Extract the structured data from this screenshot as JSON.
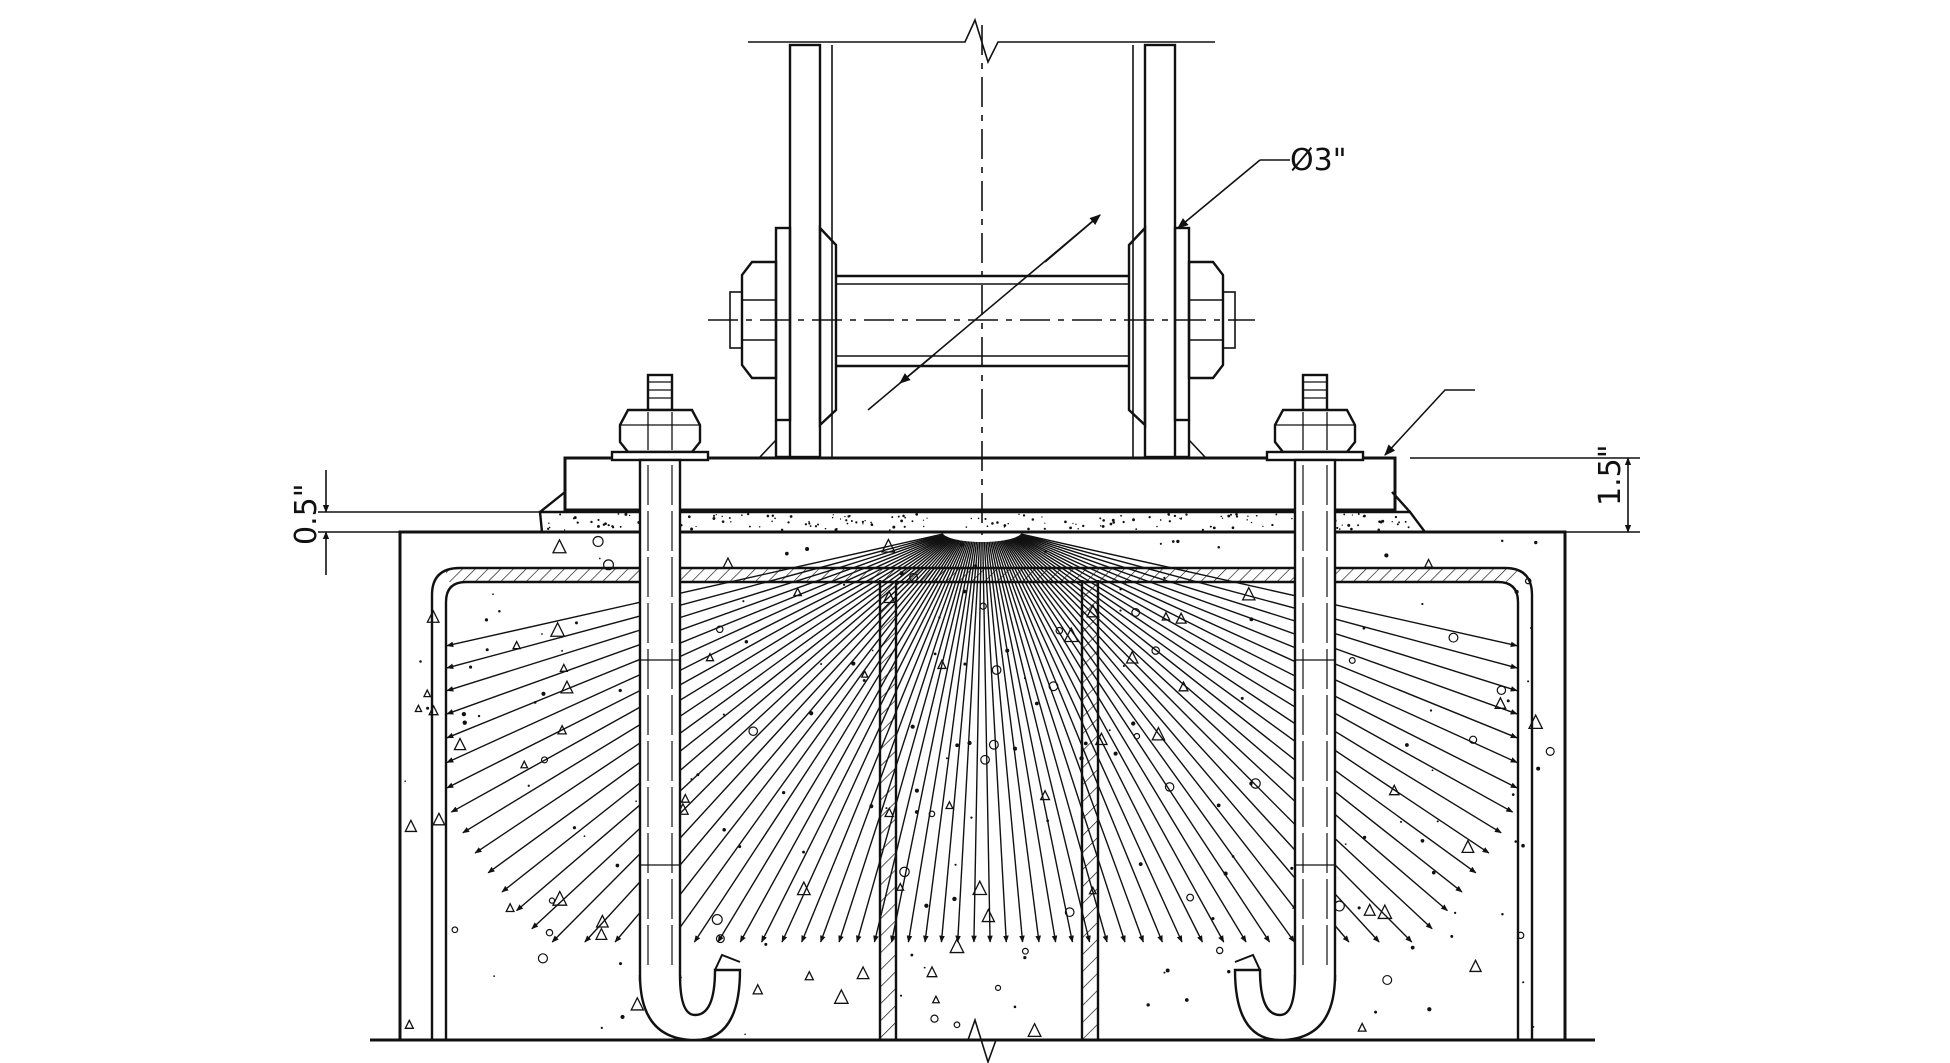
{
  "dimensions": {
    "pin_diameter": "Ø3\"",
    "plate_thickness": "1.5\"",
    "grout_thickness": "0.5\""
  },
  "colors": {
    "line": "#111111",
    "background": "#ffffff"
  }
}
